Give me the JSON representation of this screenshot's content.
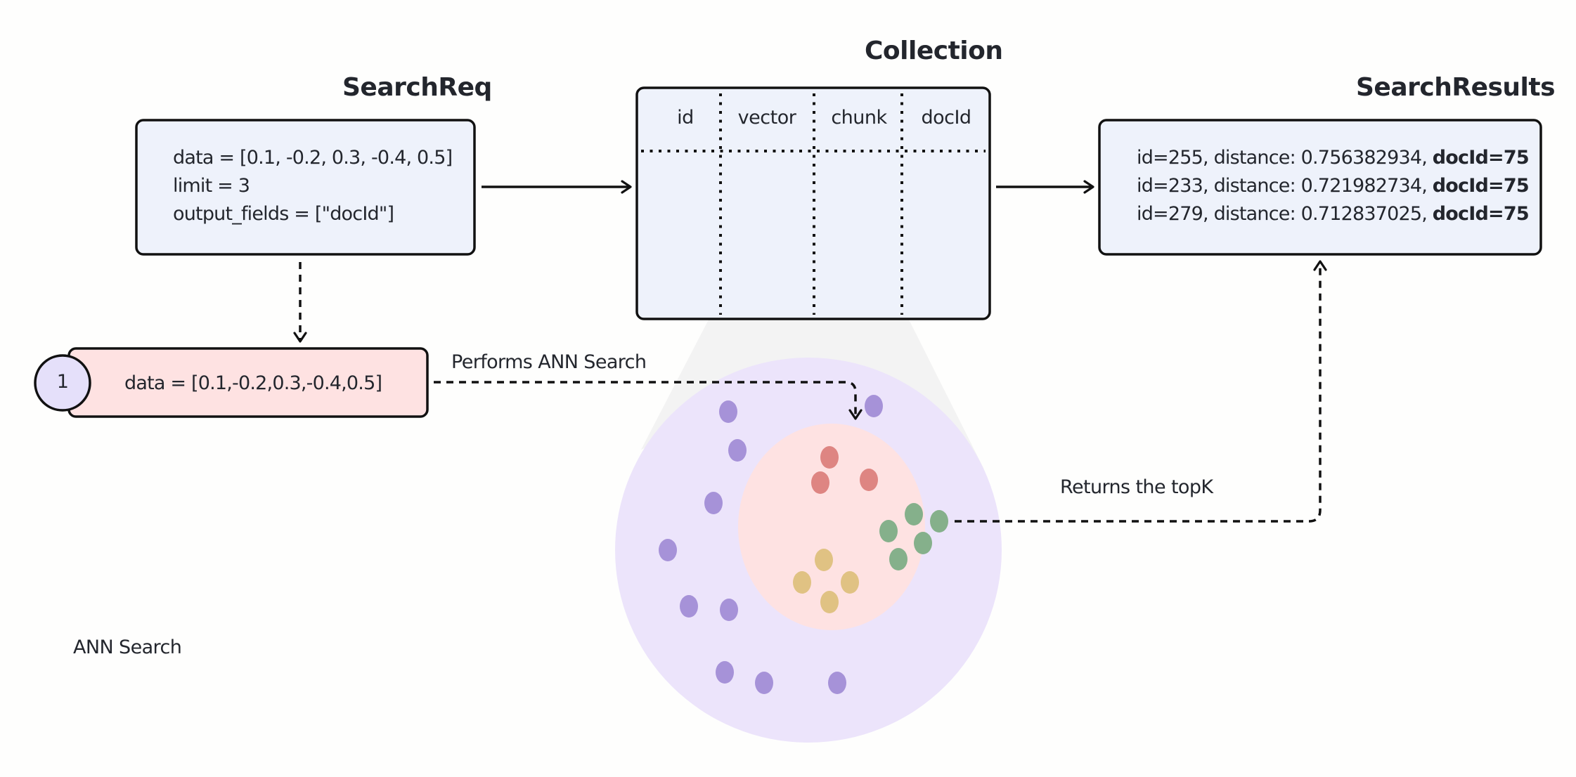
{
  "search_req": {
    "title": "SearchReq",
    "lines": [
      "data = [0.1, -0.2, 0.3, -0.4, 0.5]",
      "limit = 3",
      "output_fields = [\"docId\"]"
    ]
  },
  "collection": {
    "title": "Collection",
    "columns": [
      "id",
      "vector",
      "chunk",
      "docId"
    ]
  },
  "search_results": {
    "title": "SearchResults",
    "rows": [
      {
        "prefix": "id=255, distance: 0.756382934, ",
        "doc": "docId=75"
      },
      {
        "prefix": "id=233, distance: 0.721982734, ",
        "doc": "docId=75"
      },
      {
        "prefix": "id=279, distance: 0.712837025, ",
        "doc": "docId=75"
      }
    ]
  },
  "step": {
    "number": "1",
    "query": "data = [0.1,-0.2,0.3,-0.4,0.5]"
  },
  "annotations": {
    "performs": "Performs ANN Search",
    "returns": "Returns the topK",
    "caption": "ANN Search"
  },
  "vector_space": {
    "clusters": [
      {
        "name": "outlier",
        "color": "#a692d8",
        "count": 10
      },
      {
        "name": "red",
        "color": "#de8582",
        "count": 3
      },
      {
        "name": "green",
        "color": "#85b08b",
        "count": 5
      },
      {
        "name": "yellow",
        "color": "#e0c283",
        "count": 4
      }
    ]
  },
  "colors": {
    "box_fill": "#eef2fb",
    "query_fill": "#fee2e2",
    "step_circle": "#e5e0fa",
    "space_outer": "#ece4fb",
    "space_inner": "#fee2e2",
    "beam": "#f3f3f3",
    "stroke": "#111111"
  }
}
